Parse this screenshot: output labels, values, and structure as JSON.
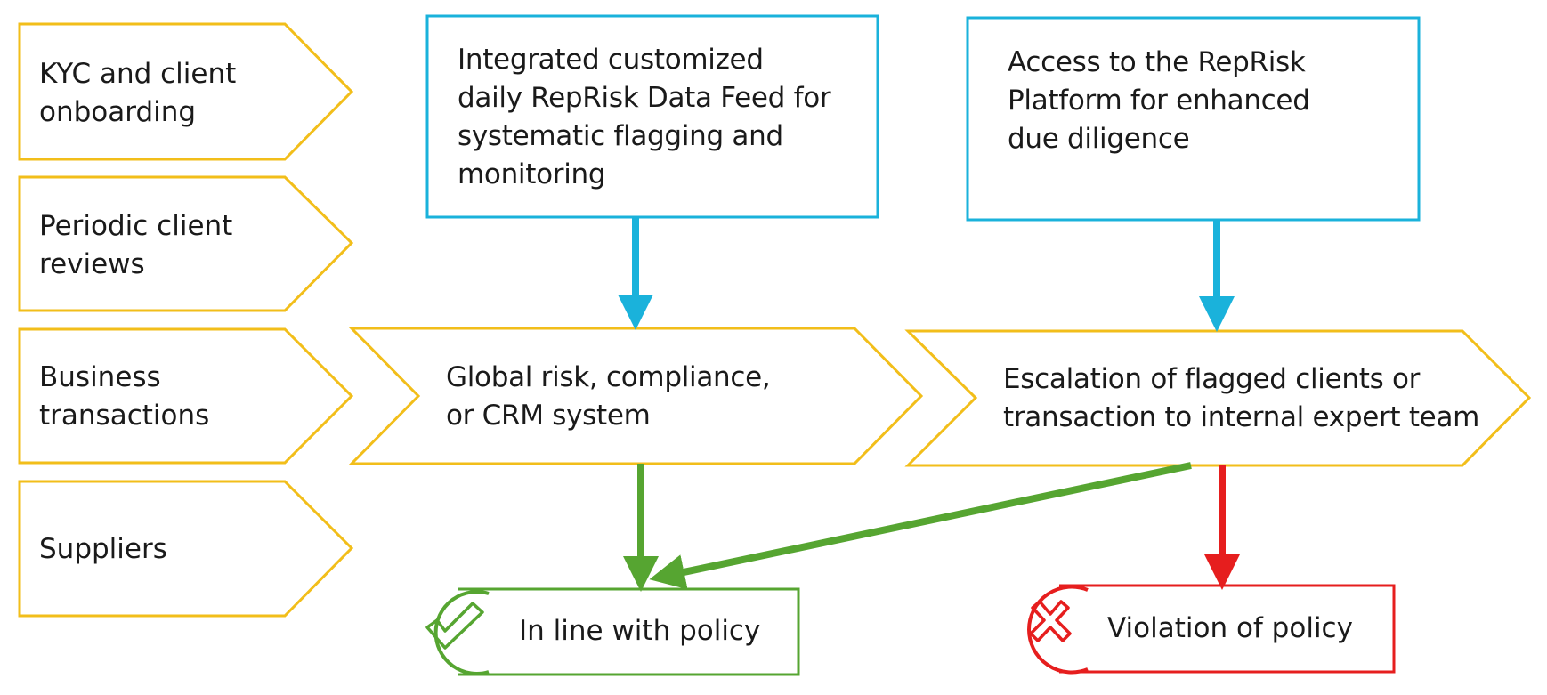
{
  "colors": {
    "input_stroke": "#F2BE1A",
    "source_stroke": "#1AB2DB",
    "positive": "#56A531",
    "negative": "#E61E1E",
    "text": "#1a1a1a"
  },
  "inputs": [
    {
      "label": "KYC and client\nonboarding"
    },
    {
      "label": "Periodic client\nreviews"
    },
    {
      "label": "Business\ntransactions"
    },
    {
      "label": "Suppliers"
    }
  ],
  "sources": {
    "data_feed": {
      "label": "Integrated customized\ndaily RepRisk Data Feed for\nsystematic flagging and\nmonitoring"
    },
    "platform": {
      "label": "Access to the RepRisk\nPlatform for enhanced\ndue diligence"
    }
  },
  "process": {
    "system": {
      "label": "Global risk, compliance,\nor CRM system"
    },
    "escalation": {
      "label": "Escalation of flagged clients or\ntransaction to internal expert team"
    }
  },
  "outcomes": {
    "in_line": {
      "label": "In line with policy",
      "icon": "check-circle-icon"
    },
    "violation": {
      "label": "Violation of policy",
      "icon": "x-circle-icon"
    }
  }
}
